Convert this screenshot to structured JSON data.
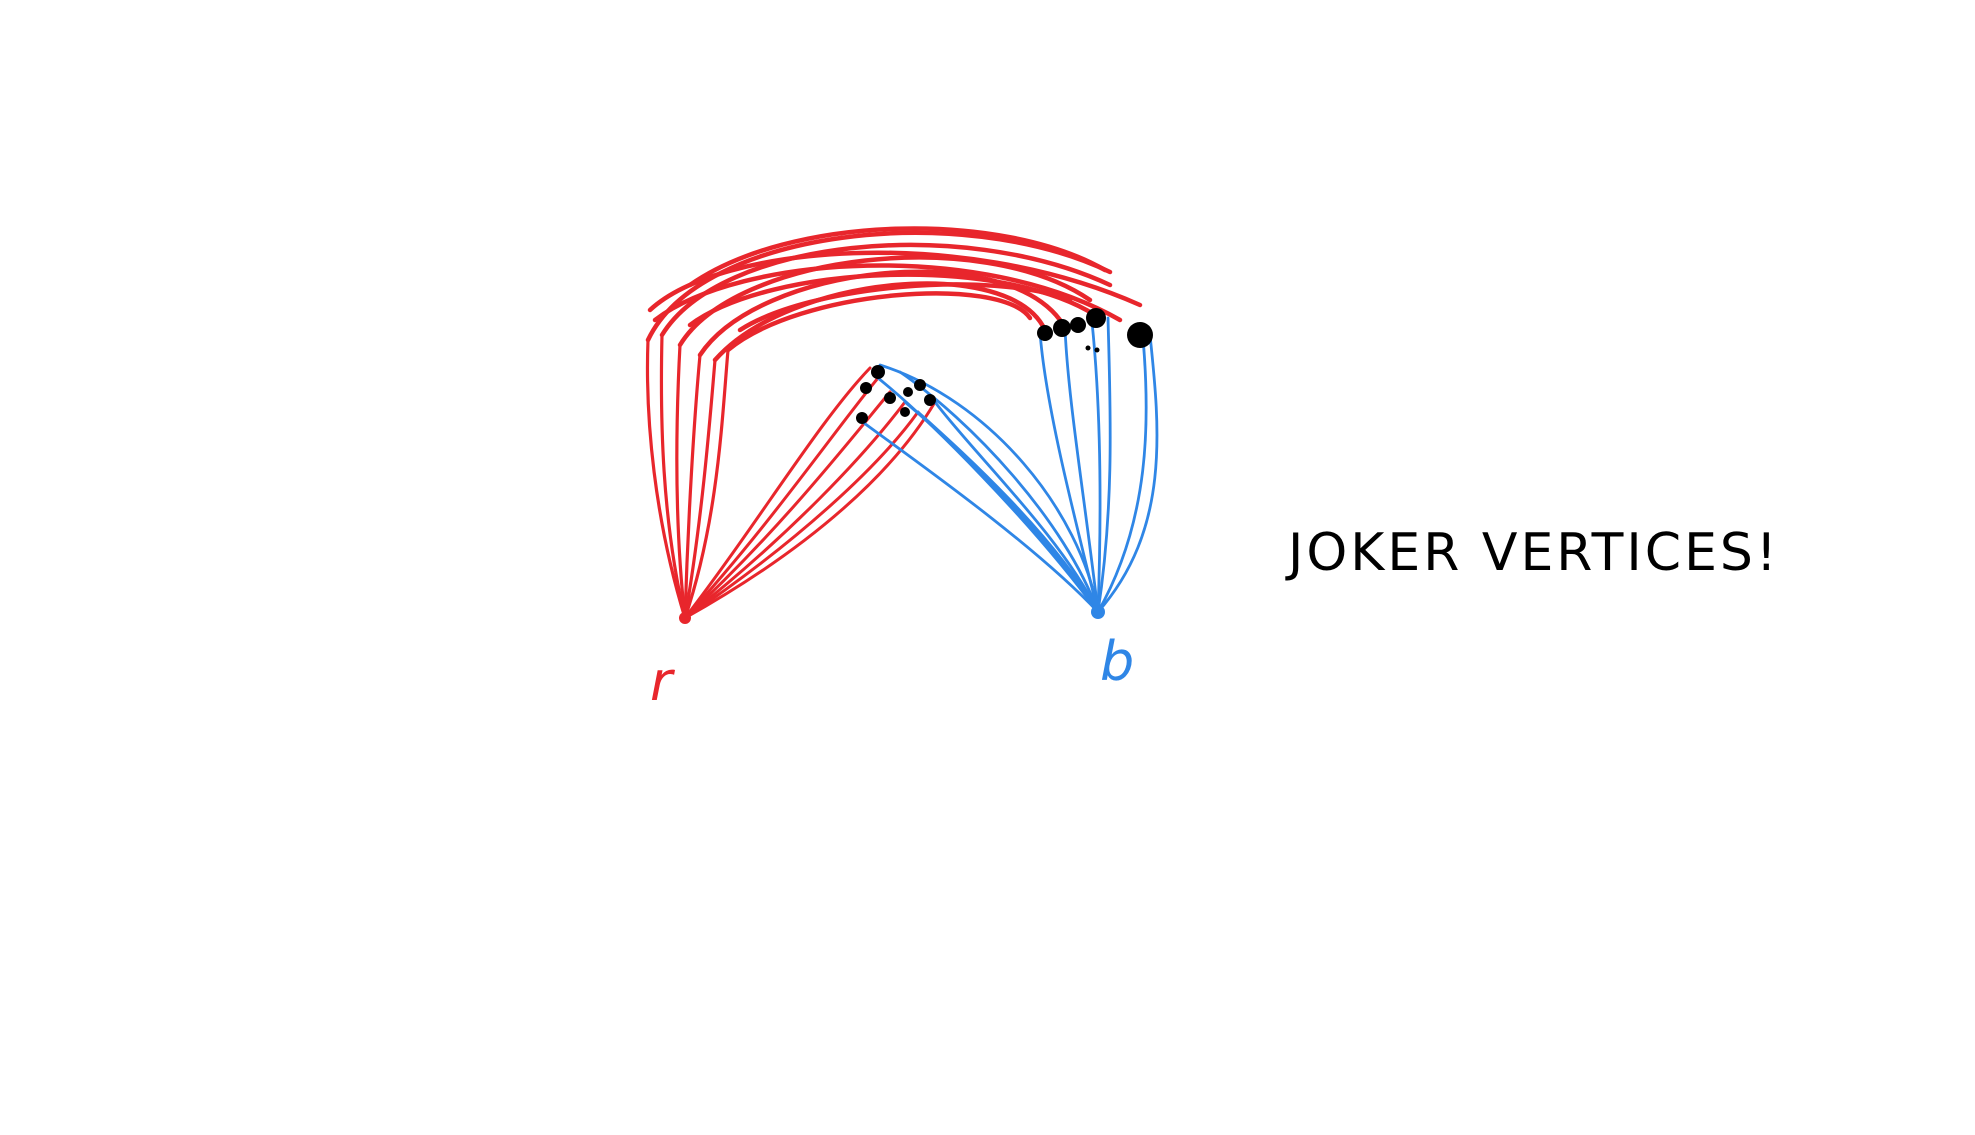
{
  "diagram": {
    "vertex_r_label": "r",
    "vertex_b_label": "b",
    "caption": "JOKER VERTICES!",
    "colors": {
      "red": "#e8262c",
      "blue": "#2f86e6",
      "joker": "#000000",
      "background": "#ffffff"
    },
    "icons": {
      "joker_vertex": "black-dot"
    }
  }
}
